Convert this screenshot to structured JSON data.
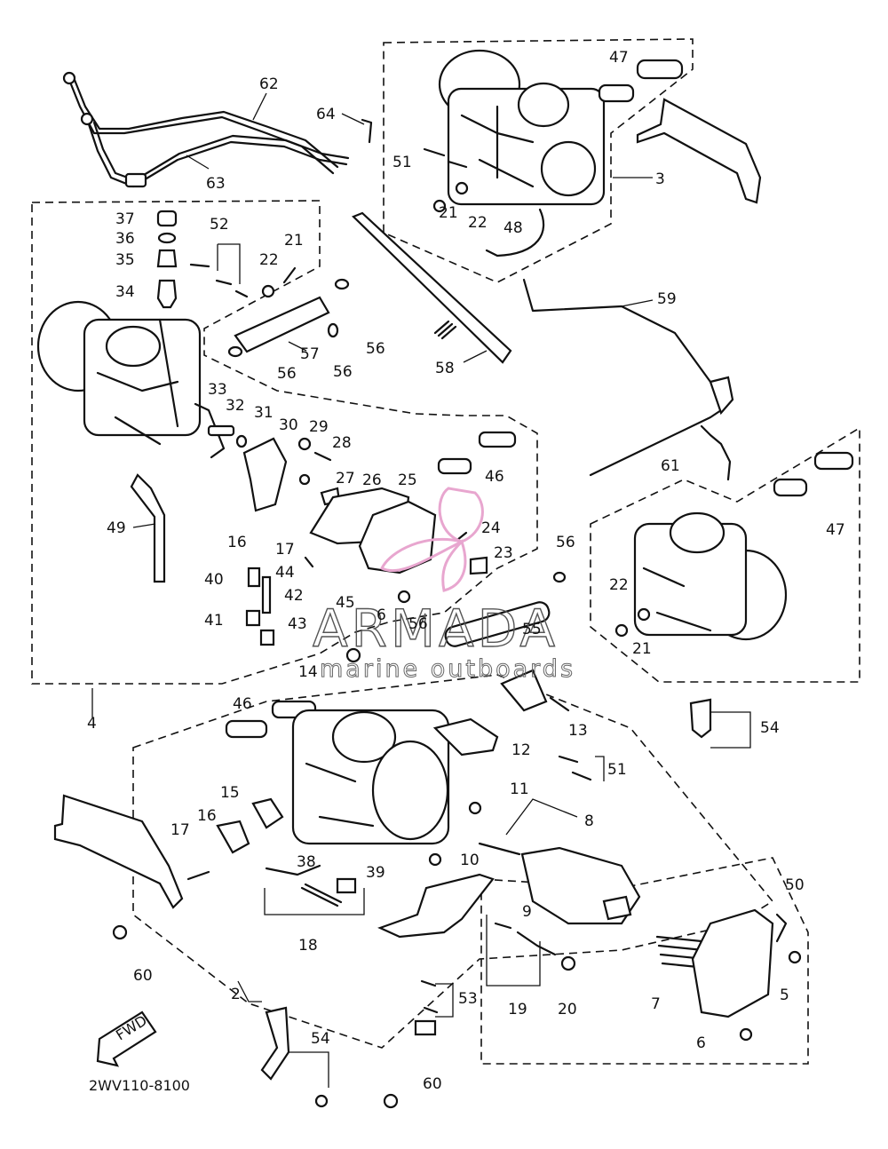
{
  "diagram": {
    "drawing_code": "2WV110-8100",
    "direction_arrow_text": "FWD",
    "part_labels": [
      {
        "id": "lbl-1",
        "text": "62"
      },
      {
        "id": "lbl-2",
        "text": "63"
      },
      {
        "id": "lbl-3",
        "text": "64"
      },
      {
        "id": "lbl-4",
        "text": "47"
      },
      {
        "id": "lbl-5",
        "text": "51"
      },
      {
        "id": "lbl-6",
        "text": "3"
      },
      {
        "id": "lbl-7",
        "text": "22"
      },
      {
        "id": "lbl-8",
        "text": "21"
      },
      {
        "id": "lbl-9",
        "text": "48"
      },
      {
        "id": "lbl-10",
        "text": "37"
      },
      {
        "id": "lbl-11",
        "text": "36"
      },
      {
        "id": "lbl-12",
        "text": "35"
      },
      {
        "id": "lbl-13",
        "text": "34"
      },
      {
        "id": "lbl-14",
        "text": "52"
      },
      {
        "id": "lbl-15",
        "text": "21"
      },
      {
        "id": "lbl-16",
        "text": "22"
      },
      {
        "id": "lbl-17",
        "text": "59"
      },
      {
        "id": "lbl-18",
        "text": "57"
      },
      {
        "id": "lbl-19",
        "text": "56"
      },
      {
        "id": "lbl-20",
        "text": "56"
      },
      {
        "id": "lbl-21",
        "text": "56"
      },
      {
        "id": "lbl-22",
        "text": "58"
      },
      {
        "id": "lbl-23",
        "text": "33"
      },
      {
        "id": "lbl-24",
        "text": "32"
      },
      {
        "id": "lbl-25",
        "text": "31"
      },
      {
        "id": "lbl-26",
        "text": "30"
      },
      {
        "id": "lbl-27",
        "text": "29"
      },
      {
        "id": "lbl-28",
        "text": "28"
      },
      {
        "id": "lbl-29",
        "text": "27"
      },
      {
        "id": "lbl-30",
        "text": "26"
      },
      {
        "id": "lbl-31",
        "text": "25"
      },
      {
        "id": "lbl-32",
        "text": "46"
      },
      {
        "id": "lbl-33",
        "text": "61"
      },
      {
        "id": "lbl-34",
        "text": "47"
      },
      {
        "id": "lbl-35",
        "text": "49"
      },
      {
        "id": "lbl-36",
        "text": "16"
      },
      {
        "id": "lbl-37",
        "text": "17"
      },
      {
        "id": "lbl-38",
        "text": "24"
      },
      {
        "id": "lbl-39",
        "text": "23"
      },
      {
        "id": "lbl-40",
        "text": "56"
      },
      {
        "id": "lbl-41",
        "text": "40"
      },
      {
        "id": "lbl-42",
        "text": "44"
      },
      {
        "id": "lbl-43",
        "text": "42"
      },
      {
        "id": "lbl-44",
        "text": "45"
      },
      {
        "id": "lbl-45",
        "text": "6"
      },
      {
        "id": "lbl-46",
        "text": "22"
      },
      {
        "id": "lbl-47",
        "text": "41"
      },
      {
        "id": "lbl-48",
        "text": "43"
      },
      {
        "id": "lbl-49",
        "text": "56"
      },
      {
        "id": "lbl-50",
        "text": "55"
      },
      {
        "id": "lbl-51",
        "text": "21"
      },
      {
        "id": "lbl-52",
        "text": "14"
      },
      {
        "id": "lbl-53",
        "text": "4"
      },
      {
        "id": "lbl-54",
        "text": "46"
      },
      {
        "id": "lbl-55",
        "text": "13"
      },
      {
        "id": "lbl-56",
        "text": "54"
      },
      {
        "id": "lbl-57",
        "text": "12"
      },
      {
        "id": "lbl-58",
        "text": "51"
      },
      {
        "id": "lbl-59",
        "text": "15"
      },
      {
        "id": "lbl-60",
        "text": "11"
      },
      {
        "id": "lbl-61",
        "text": "8"
      },
      {
        "id": "lbl-62",
        "text": "17"
      },
      {
        "id": "lbl-63",
        "text": "16"
      },
      {
        "id": "lbl-64",
        "text": "38"
      },
      {
        "id": "lbl-65",
        "text": "39"
      },
      {
        "id": "lbl-66",
        "text": "10"
      },
      {
        "id": "lbl-67",
        "text": "50"
      },
      {
        "id": "lbl-68",
        "text": "18"
      },
      {
        "id": "lbl-69",
        "text": "9"
      },
      {
        "id": "lbl-70",
        "text": "60"
      },
      {
        "id": "lbl-71",
        "text": "2"
      },
      {
        "id": "lbl-72",
        "text": "53"
      },
      {
        "id": "lbl-73",
        "text": "19"
      },
      {
        "id": "lbl-74",
        "text": "20"
      },
      {
        "id": "lbl-75",
        "text": "7"
      },
      {
        "id": "lbl-76",
        "text": "5"
      },
      {
        "id": "lbl-77",
        "text": "6"
      },
      {
        "id": "lbl-78",
        "text": "54"
      },
      {
        "id": "lbl-79",
        "text": "60"
      }
    ]
  },
  "watermark": {
    "title": "ARMADA",
    "subtitle": "marine outboards",
    "logo_color": "#e8a6cf"
  }
}
